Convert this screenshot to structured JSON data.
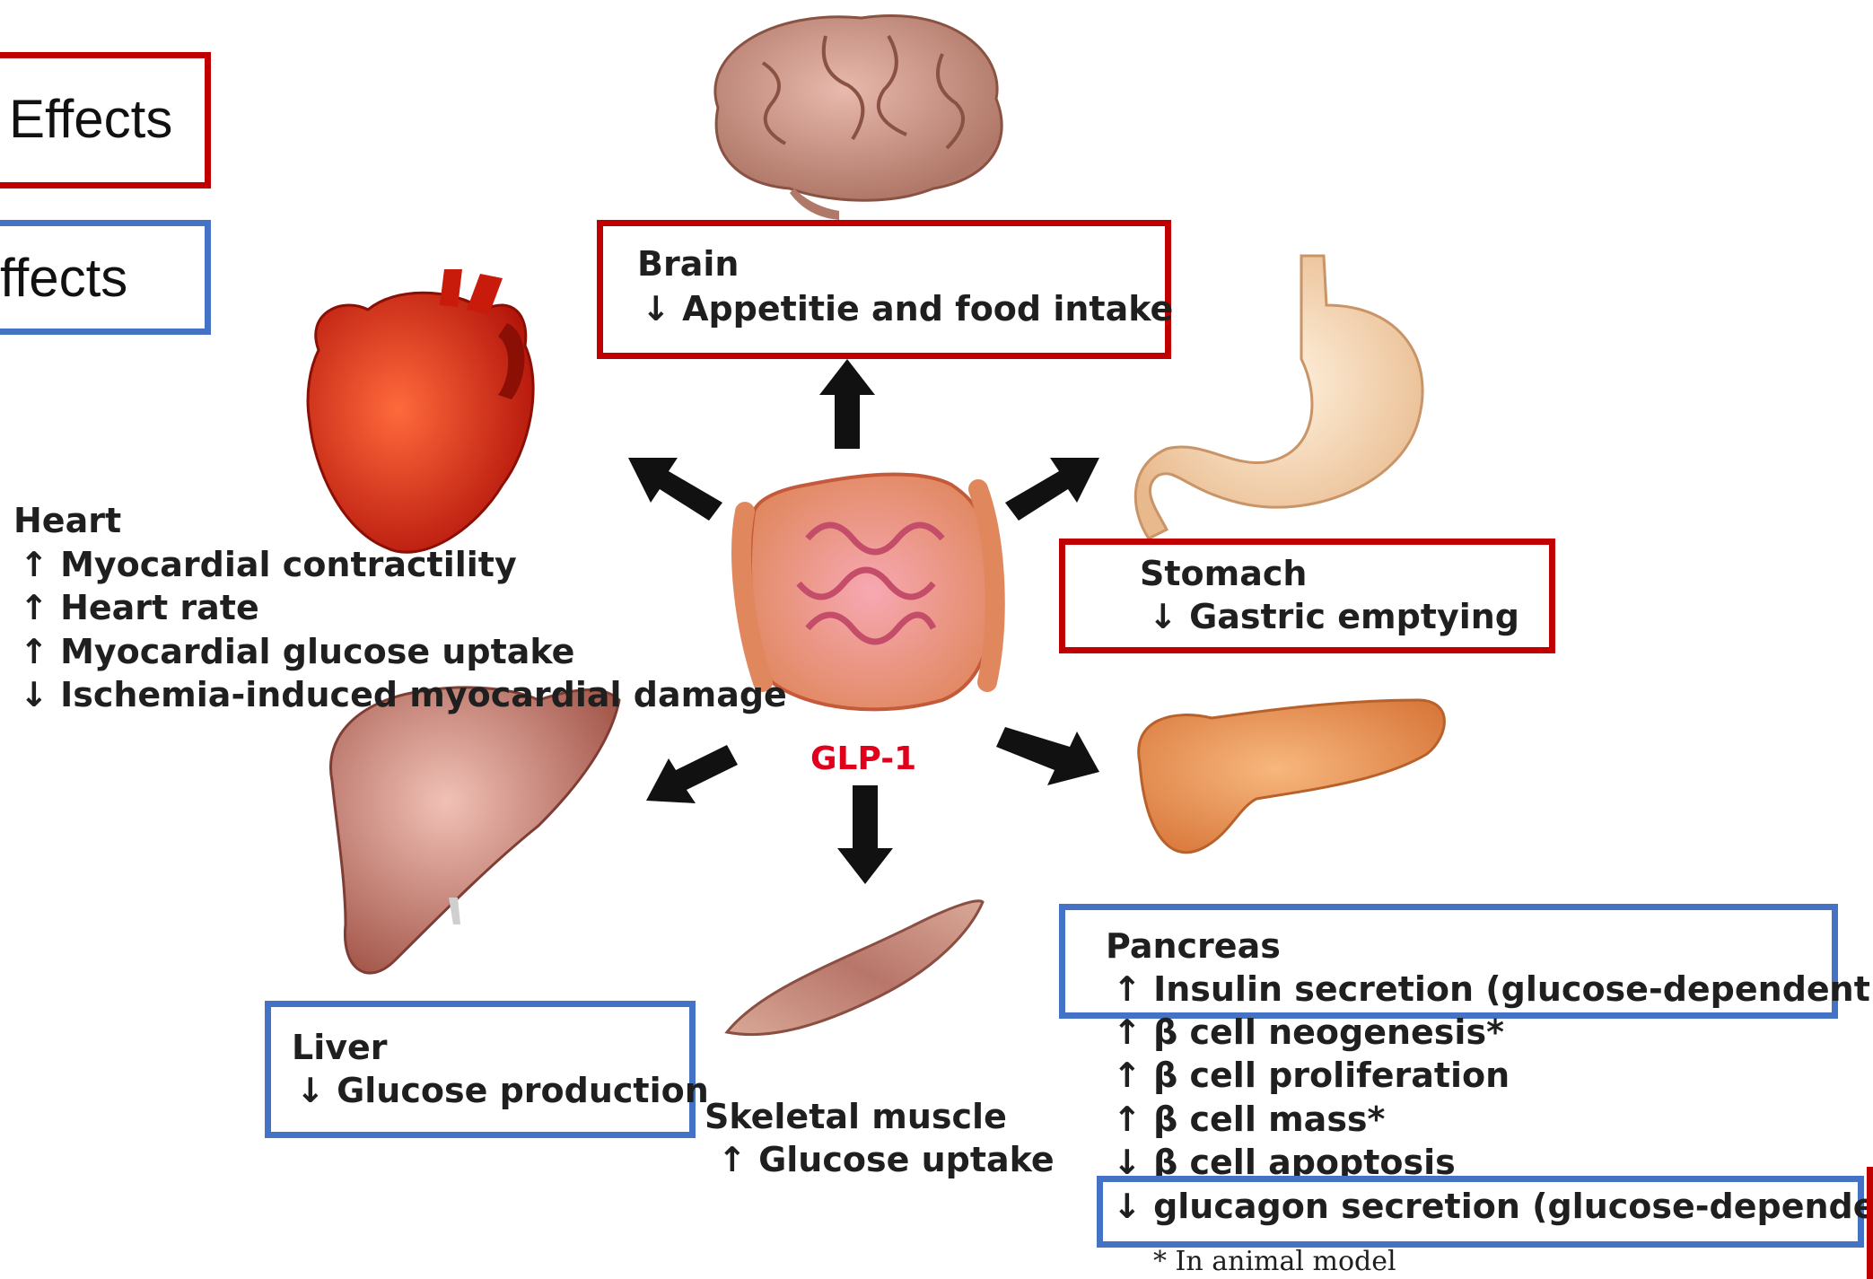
{
  "legend": {
    "red_label": "Effects",
    "blue_label": "ffects"
  },
  "center": {
    "label": "GLP-1"
  },
  "brain": {
    "title": "Brain",
    "lines": [
      "↓ Appetitie and food intake"
    ]
  },
  "stomach": {
    "title": "Stomach",
    "lines": [
      "↓ Gastric emptying"
    ]
  },
  "heart": {
    "title": "Heart",
    "lines": [
      "↑ Myocardial contractility",
      "↑ Heart rate",
      "↑ Myocardial glucose uptake",
      "↓ Ischemia-induced myocardial damage"
    ]
  },
  "liver": {
    "title": "Liver",
    "lines": [
      "↓ Glucose production"
    ]
  },
  "muscle": {
    "title": "Skeletal muscle",
    "lines": [
      "↑ Glucose uptake"
    ]
  },
  "pancreas": {
    "title": "Pancreas",
    "lines": [
      "↑ Insulin secretion (glucose-dependent)",
      "↑ β cell neogenesis*",
      "↑ β cell proliferation",
      "↑ β cell mass*",
      "↓ β cell apoptosis",
      "↓ glucagon secretion (glucose-dependent)"
    ],
    "footnote": "* In animal model"
  },
  "colors": {
    "red_box": "#c00000",
    "blue_box": "#4472c4",
    "glp1_label": "#e0001b"
  }
}
